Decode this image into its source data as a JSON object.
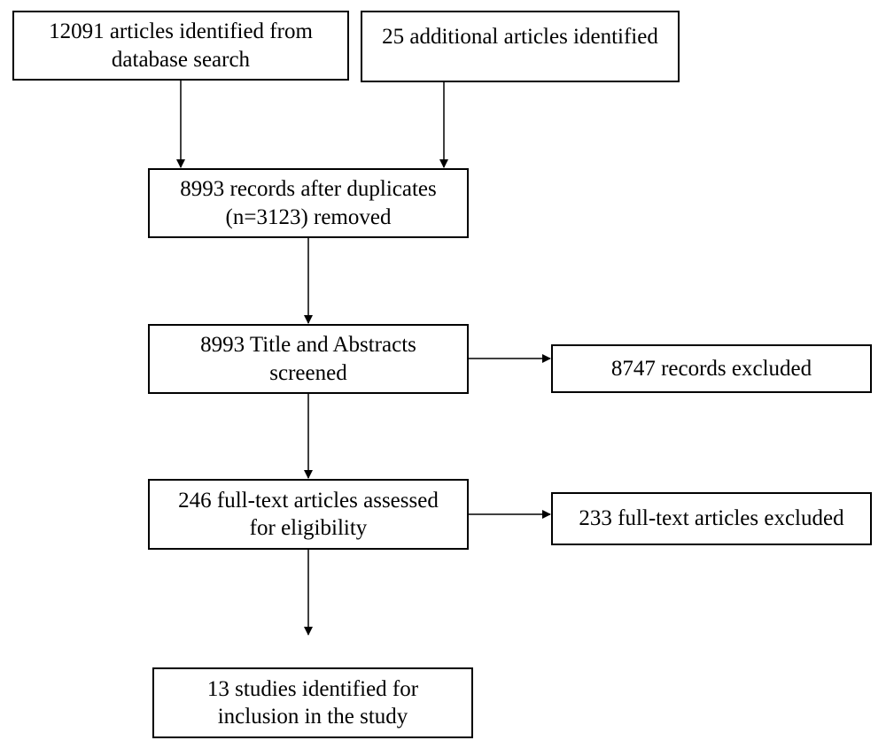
{
  "boxes": {
    "database_search": {
      "line1": "12091 articles identified from",
      "line2": "database search"
    },
    "additional": {
      "line1": "25 additional articles identified"
    },
    "after_duplicates": {
      "line1": "8993 records after duplicates",
      "line2": "(n=3123) removed"
    },
    "screened": {
      "line1": "8993 Title and Abstracts",
      "line2": "screened"
    },
    "excluded_records": {
      "line1": "8747 records excluded"
    },
    "full_text": {
      "line1": "246 full-text articles assessed",
      "line2": "for eligibility"
    },
    "excluded_full_text": {
      "line1": "233 full-text articles excluded"
    },
    "included": {
      "line1": "13 studies identified for",
      "line2": "inclusion in the study"
    }
  }
}
